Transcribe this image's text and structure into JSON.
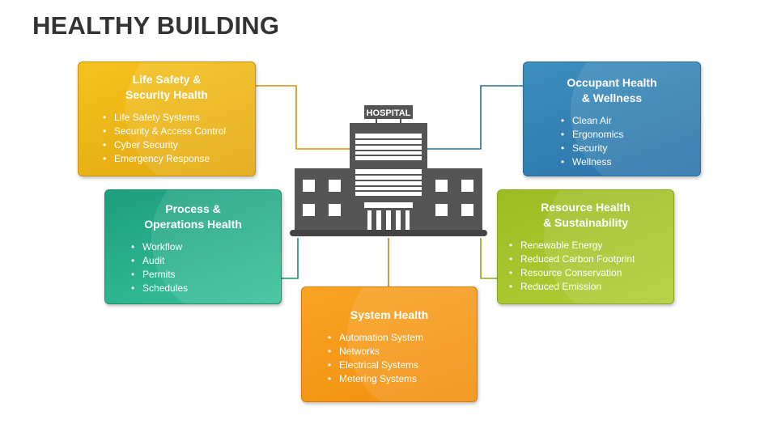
{
  "title": "HEALTHY BUILDING",
  "building": {
    "sign": "HOSPITAL",
    "colors": {
      "body": "#555555",
      "window": "#ffffff",
      "base": "#444444"
    }
  },
  "cards": {
    "life_safety": {
      "title_line1": "Life Safety &",
      "title_line2": "Security Health",
      "items": [
        "Life Safety Systems",
        "Security & Access Control",
        "Cyber Security",
        "Emergency Response"
      ],
      "color": "#f0b817"
    },
    "occupant": {
      "title_line1": "Occupant Health",
      "title_line2": "& Wellness",
      "items": [
        "Clean Air",
        "Ergonomics",
        "Security",
        "Wellness"
      ],
      "color": "#3483b6"
    },
    "process": {
      "title_line1": "Process &",
      "title_line2": "Operations Health",
      "items": [
        "Workflow",
        "Audit",
        "Permits",
        "Schedules"
      ],
      "color": "#23a887"
    },
    "resource": {
      "title_line1": "Resource Health",
      "title_line2": "& Sustainability",
      "items": [
        "Renewable Energy",
        "Reduced Carbon Footprint",
        "Resource Conservation",
        "Reduced Emission"
      ],
      "color": "#a5c22b"
    },
    "system": {
      "title_line1": "System Health",
      "items": [
        "Automation System",
        "Networks",
        "Electrical Systems",
        "Metering Systems"
      ],
      "color": "#f59a1b"
    }
  },
  "connector_colors": {
    "life_safety": "#c8960f",
    "occupant": "#2a6c9c",
    "process": "#1a8c70",
    "resource": "#8ba520",
    "system": "#c47a10"
  }
}
